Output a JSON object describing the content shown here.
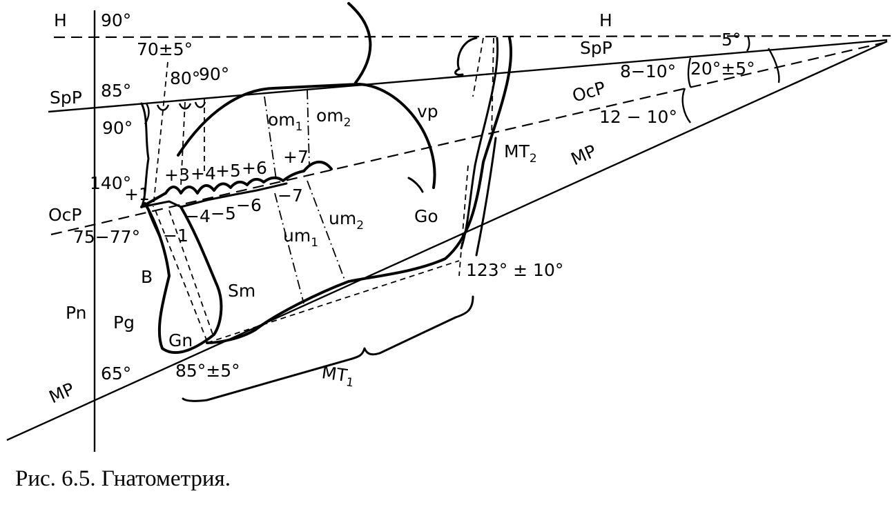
{
  "labels": {
    "h_left": "H",
    "h_right": "H",
    "deg_90_top": "90°",
    "deg_70": "70±5°",
    "deg_80": "80°",
    "deg_90_mid": "90°",
    "spp_left": "SpP",
    "deg_85": "85°",
    "deg_90_left": "90°",
    "deg_140": "140°",
    "ocp_left": "OcP",
    "deg_75": "75−77°",
    "b": "B",
    "pn": "Pn",
    "pg": "Pg",
    "gn": "Gn",
    "sm": "Sm",
    "mp_left": "MP",
    "deg_65": "65°",
    "deg_85_5": "85°±5°",
    "mt1_main": "MT",
    "mt1_sub": "1",
    "om1_main": "om",
    "om1_sub": "1",
    "om2_main": "om",
    "om2_sub": "2",
    "um1_main": "um",
    "um1_sub": "1",
    "um2_main": "um",
    "um2_sub": "2",
    "vp": "vp",
    "go": "Go",
    "mt2_main": "MT",
    "mt2_sub": "2",
    "deg_123": "123° ± 10°",
    "deg_5": "5°",
    "spp_right": "SpP",
    "ocp_right": "OcP",
    "deg_8_10": "8−10°",
    "deg_20": "20°±5°",
    "deg_12_10": "12 − 10°",
    "mp_right": "MP",
    "t_p1": "+1",
    "t_p3": "+3",
    "t_p4": "+4",
    "t_p5": "+5",
    "t_p6": "+6",
    "t_p7": "+7",
    "t_m1": "−1",
    "t_m4": "−4",
    "t_m5": "−5",
    "t_m6": "−6",
    "t_m7": "−7"
  },
  "caption": "Рис. 6.5. Гнатометрия."
}
